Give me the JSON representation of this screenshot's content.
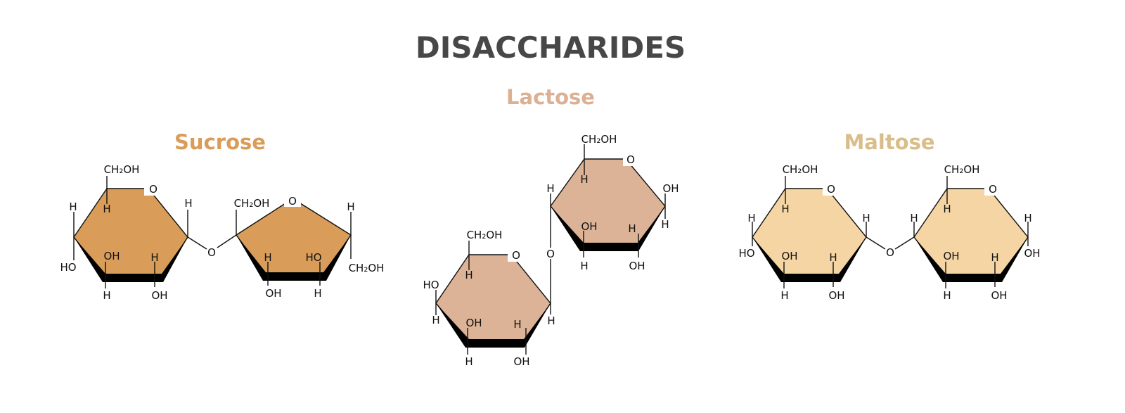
{
  "title": "DISACCHARIDES",
  "colors": {
    "title": "#474747",
    "sucrose": "#d99c59",
    "lactose": "#dcb093",
    "maltose": "#d9bd8a",
    "sucrose_fill": "#d99c59",
    "lactose_fill": "#dcb396",
    "maltose_fill": "#f4d5a3"
  },
  "sucrose": {
    "name": "Sucrose",
    "labels": {
      "ch2oh1": "CH₂OH",
      "h1": "H",
      "h2": "H",
      "ho1": "HO",
      "oh1": "OH",
      "h3": "H",
      "h4": "H",
      "oh2": "OH",
      "h5": "H",
      "o_ring1": "O",
      "o_link": "O",
      "ch2oh2": "CH₂OH",
      "o_ring2": "O",
      "h6": "H",
      "ch2oh3": "CH₂OH",
      "h7": "H",
      "oh3": "OH",
      "ho2": "HO",
      "h8": "H"
    }
  },
  "lactose": {
    "name": "Lactose",
    "labels": {
      "ch2oh1": "CH₂OH",
      "o_ring1": "O",
      "h1": "H",
      "ho1": "HO",
      "h2": "H",
      "oh1": "OH",
      "h3": "H",
      "h4": "H",
      "oh2": "OH",
      "h5": "H",
      "o_link": "O",
      "ch2oh2": "CH₂OH",
      "o_ring2": "O",
      "h6": "H",
      "h7": "H",
      "oh3": "OH",
      "h8": "H",
      "oh4": "OH",
      "h9": "H",
      "h10": "H",
      "oh5": "OH"
    }
  },
  "maltose": {
    "name": "Maltose",
    "labels": {
      "ch2oh1": "CH₂OH",
      "o_ring1": "O",
      "h1": "H",
      "h2": "H",
      "ho1": "HO",
      "oh1": "OH",
      "h3": "H",
      "h4": "H",
      "oh2": "OH",
      "h5": "H",
      "o_link": "O",
      "h6": "H",
      "ch2oh2": "CH₂OH",
      "o_ring2": "O",
      "h7": "H",
      "h8": "H",
      "oh3": "OH",
      "oh4": "OH",
      "h9": "H",
      "h10": "H",
      "oh5": "OH"
    }
  }
}
